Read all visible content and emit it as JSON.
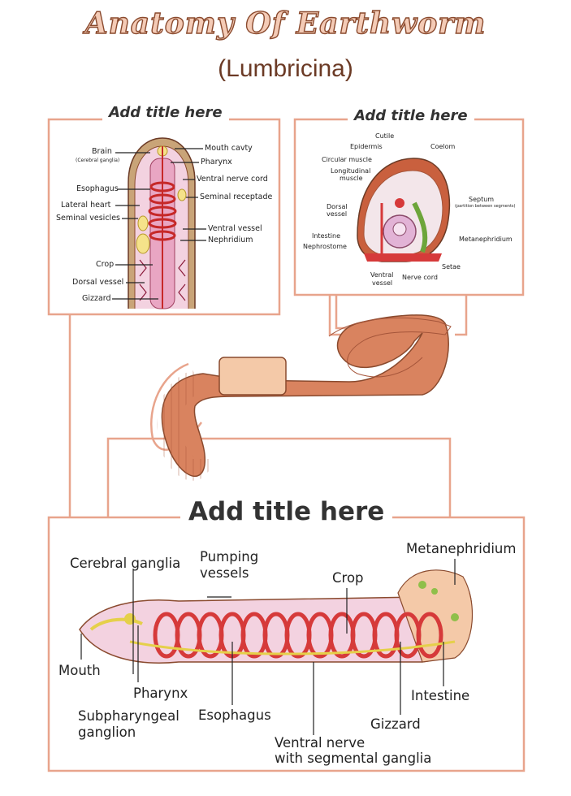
{
  "header": {
    "title": "Anatomy Of Earthworm",
    "subtitle": "(Lumbricina)"
  },
  "colors": {
    "frame": "#e8a48c",
    "worm_body": "#d9835f",
    "clitellum": "#f4c9a8",
    "vessel_red": "#d63a3a",
    "nerve_yellow": "#e5d04a",
    "inner_pink": "#f3d2e0"
  },
  "panel_left": {
    "title": "Add title here",
    "labels": {
      "brain": "Brain",
      "brain_note": "(Cerebral ganglia)",
      "esophagus": "Esophagus",
      "lateral_heart": "Lateral heart",
      "seminal_vesicles": "Seminal vesicles",
      "crop": "Crop",
      "dorsal_vessel": "Dorsal vessel",
      "gizzard": "Gizzard",
      "mouth_cavity": "Mouth cavty",
      "pharynx": "Pharynx",
      "ventral_nerve_cord": "Ventral nerve cord",
      "seminal_receptade": "Seminal receptade",
      "ventral_vessel": "Ventral vessel",
      "nephridium": "Nephridium"
    }
  },
  "panel_right": {
    "title": "Add title here",
    "labels": {
      "cutile": "Cutile",
      "epidermis": "Epidermis",
      "coelom": "Coelom",
      "circular_muscle": "Circular muscle",
      "longitudinal_1": "Longitudinal",
      "longitudinal_2": "muscle",
      "dorsal_vessel_1": "Dorsal",
      "dorsal_vessel_2": "vessel",
      "septum": "Septum",
      "septum_note": "(partition between segments)",
      "intestine": "Intestine",
      "nephrostome": "Nephrostome",
      "metanephridium": "Metanephridium",
      "setae": "Setae",
      "ventral_vessel_1": "Ventral",
      "ventral_vessel_2": "vessel",
      "nerve_cord": "Nerve cord"
    }
  },
  "panel_bottom": {
    "title": "Add title here",
    "labels": {
      "cerebral_ganglia": "Cerebral ganglia",
      "pumping_vessels_1": "Pumping",
      "pumping_vessels_2": "vessels",
      "crop": "Crop",
      "metanephridium": "Metanephridium",
      "mouth": "Mouth",
      "pharynx": "Pharynx",
      "subpharyngeal_1": "Subpharyngeal",
      "subpharyngeal_2": "ganglion",
      "esophagus": "Esophagus",
      "ventral_nerve_1": "Ventral nerve",
      "ventral_nerve_2": "with segmental ganglia",
      "gizzard": "Gizzard",
      "intestine": "Intestine"
    }
  }
}
